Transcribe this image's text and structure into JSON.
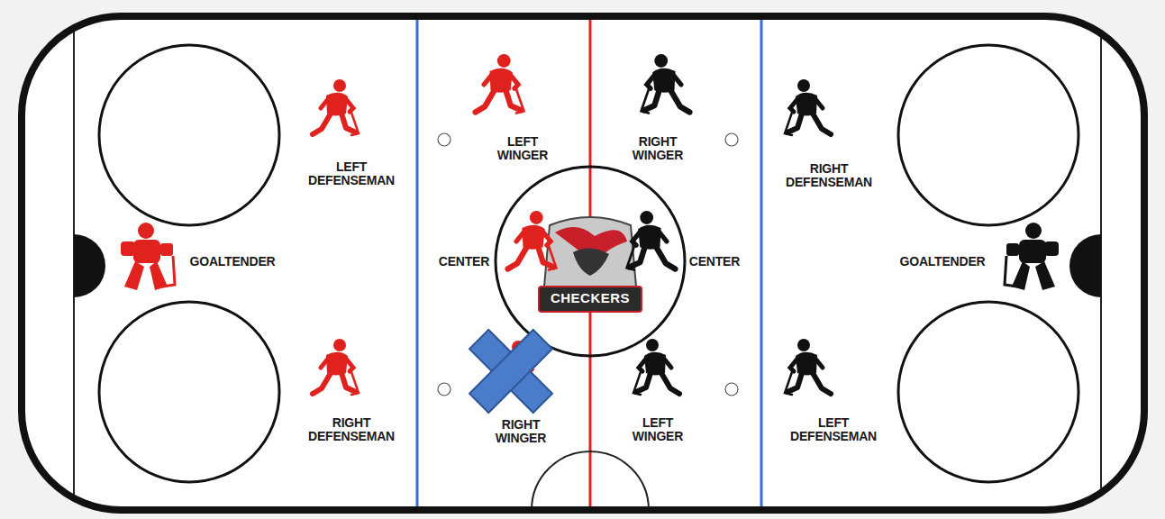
{
  "diagram": {
    "labels": [
      "LEFT DEFENSEMAN",
      "LEFT WINGER",
      "RIGHT WINGER",
      "RIGHT DEFENSEMAN",
      "GOALTENDER",
      "CENTER",
      "CENTER",
      "GOALTENDER",
      "RIGHT DEFENSEMAN",
      "RIGHT WINGER",
      "LEFT WINGER",
      "LEFT DEFENSEMAN",
      "CHECKERS"
    ]
  }
}
